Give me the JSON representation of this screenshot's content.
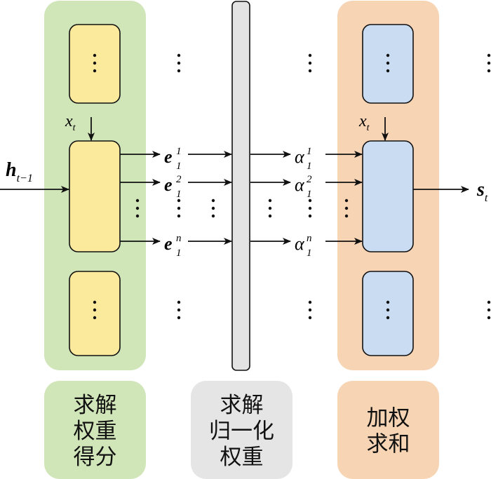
{
  "diagram": {
    "title": "Attention weighting process",
    "colors": {
      "panel_score": "#d0e5b8",
      "panel_weighted": "#f7d4b4",
      "box_score": "#fbe99c",
      "box_weighted": "#c9dcf1",
      "norm_bar": "#e3e3e3",
      "label_norm": "#e5e5e5",
      "stroke": "#111111"
    },
    "inputs": {
      "hidden_prev": {
        "base": "h",
        "sub": "t−1"
      },
      "x_left": {
        "base": "x",
        "sub": "t"
      },
      "x_right": {
        "base": "x",
        "sub": "t"
      }
    },
    "output": {
      "base": "s",
      "sub": "t"
    },
    "scores": [
      {
        "base": "e",
        "sub": "1",
        "sup": "1"
      },
      {
        "base": "e",
        "sub": "1",
        "sup": "2"
      },
      {
        "base": "e",
        "sub": "1",
        "sup": "n"
      }
    ],
    "weights": [
      {
        "base": "α",
        "sub": "1",
        "sup": "1"
      },
      {
        "base": "α",
        "sub": "1",
        "sup": "2"
      },
      {
        "base": "α",
        "sub": "1",
        "sup": "n"
      }
    ],
    "ellipsis": "⋮",
    "stage_labels": [
      {
        "lines": [
          "求解",
          "权重",
          "得分"
        ]
      },
      {
        "lines": [
          "求解",
          "归一化",
          "权重"
        ]
      },
      {
        "lines": [
          "加权",
          "求和"
        ]
      }
    ]
  }
}
